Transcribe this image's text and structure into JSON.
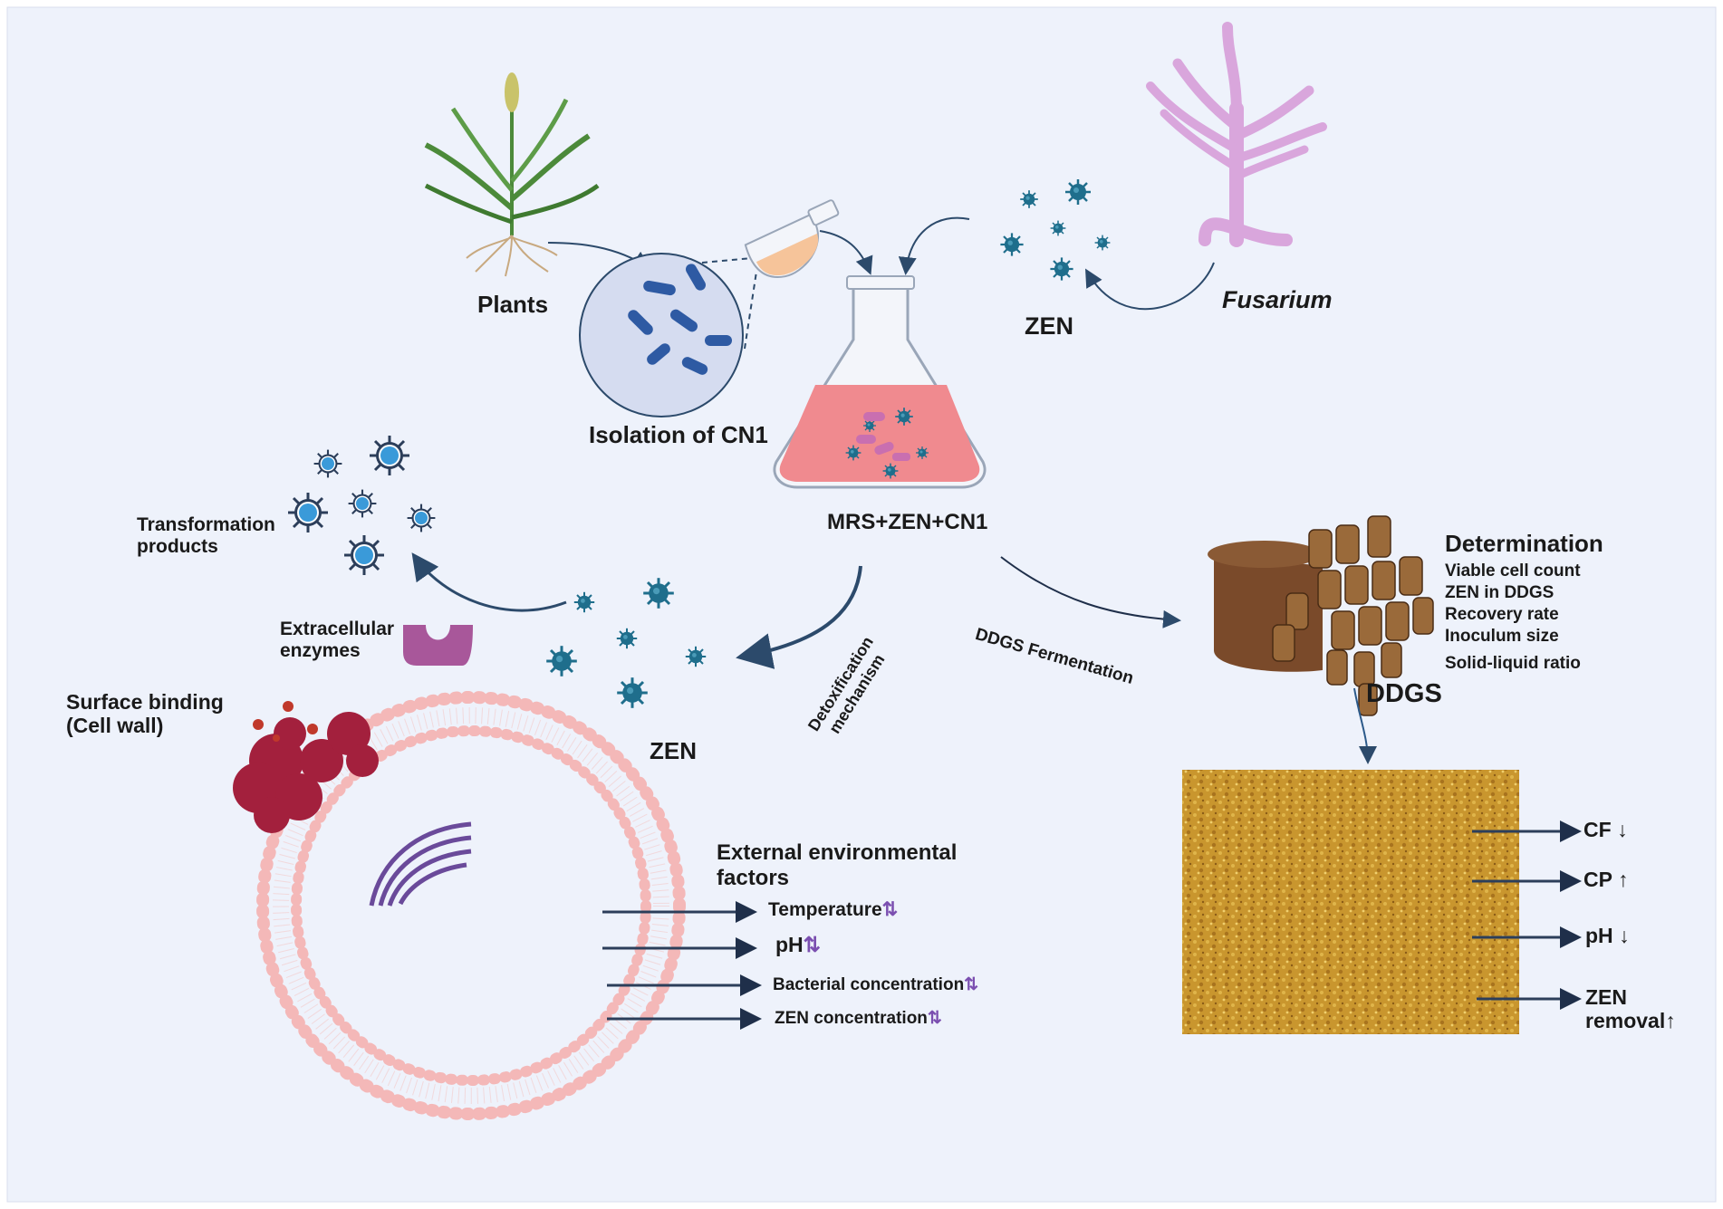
{
  "colors": {
    "background": "#eef2fb",
    "arrow": "#2c4a6b",
    "zen_particle": "#1f6e8c",
    "flask_liquid": "#f08a8f",
    "cell_membrane": "#f4b8b8",
    "protein": "#a3203d",
    "enzyme": "#a8579a",
    "ddgs_brown": "#7a4a2a",
    "fusarium": "#d9a6dc",
    "plant_green": "#4c8a3a",
    "direction_arrow": "#7b4fb0"
  },
  "labels": {
    "plants": "Plants",
    "isolation": "Isolation of CN1",
    "zen_top": "ZEN",
    "fusarium": "Fusarium",
    "flask": "MRS+ZEN+CN1",
    "transformation": "Transformation products",
    "extracellular": "Extracellular enzymes",
    "detox": "Detoxification mechanism",
    "zen_mid": "ZEN",
    "surface_binding": "Surface binding (Cell wall)",
    "ddgs_fermentation": "DDGS Fermentation",
    "ddgs": "DDGS",
    "external": "External environmental factors"
  },
  "determination": {
    "title": "Determination",
    "items": [
      "Viable cell count",
      "ZEN in DDGS",
      "Recovery rate",
      "Inoculum size",
      "Solid-liquid ratio"
    ]
  },
  "env_factors": [
    {
      "label": "Temperature",
      "arrow": "⇅"
    },
    {
      "label": "pH",
      "arrow": "⇅"
    },
    {
      "label": "Bacterial concentration",
      "arrow": "⇅"
    },
    {
      "label": "ZEN concentration",
      "arrow": "⇅"
    }
  ],
  "outcomes": [
    {
      "label": "CF",
      "arrow": "↓"
    },
    {
      "label": "CP",
      "arrow": "↑"
    },
    {
      "label": "pH",
      "arrow": "↓"
    },
    {
      "label": "ZEN removal",
      "arrow": "↑"
    }
  ]
}
